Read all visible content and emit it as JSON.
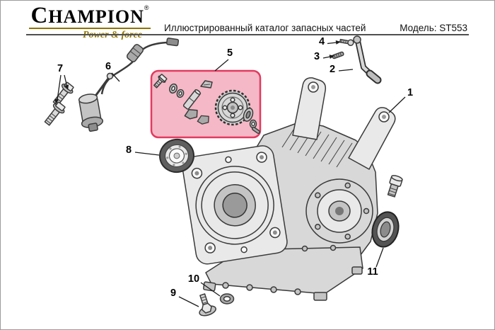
{
  "header": {
    "brand": "CHAMPION",
    "brand_registered": "®",
    "tagline": "Power & force",
    "title": "Иллюстрированный каталог запасных частей",
    "model_label": "Модель: ST553"
  },
  "colors": {
    "brand_gold": "#8f7500",
    "highlight_border": "#e23a60",
    "highlight_fill": "#f5b8c6",
    "line_art": "#3a3a3a"
  },
  "diagram": {
    "highlighted_callout": "5",
    "callouts": [
      {
        "label": "1"
      },
      {
        "label": "2"
      },
      {
        "label": "3"
      },
      {
        "label": "4"
      },
      {
        "label": "5"
      },
      {
        "label": "6"
      },
      {
        "label": "7"
      },
      {
        "label": "8"
      },
      {
        "label": "9"
      },
      {
        "label": "10"
      },
      {
        "label": "11"
      }
    ]
  }
}
